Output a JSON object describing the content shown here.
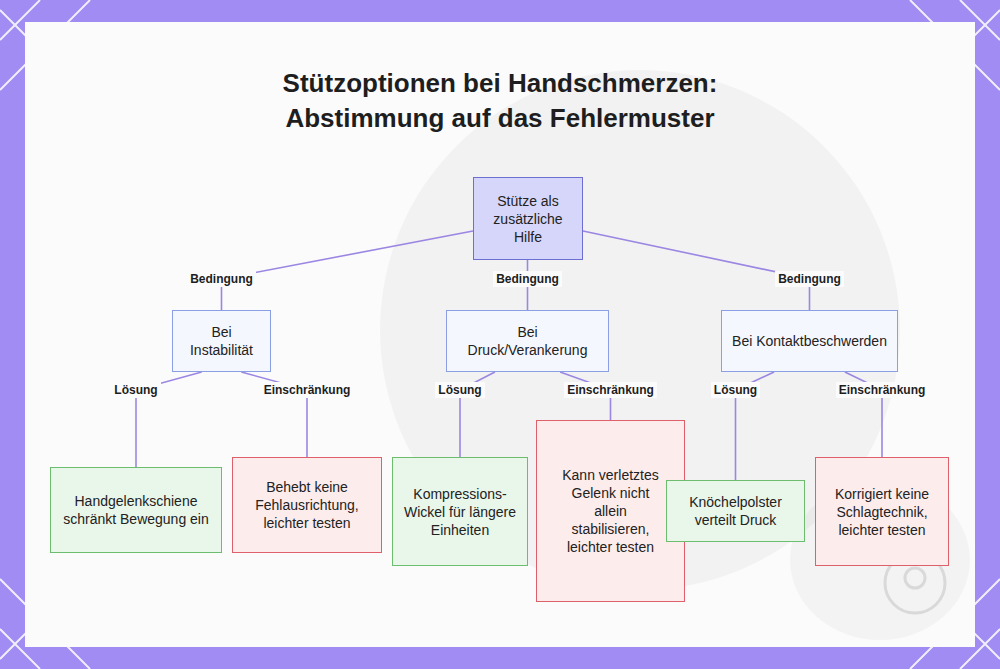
{
  "diagram": {
    "title": "Stützoptionen bei Handschmerzen: Abstimmung auf das Fehlermuster",
    "nodes": [
      {
        "text": [
          "Stütze als zusätzliche Hilfe"
        ]
      },
      {
        "text": [
          "Bei Instabilität"
        ]
      },
      {
        "text": [
          "Bei Druck/Verankerung"
        ]
      },
      {
        "text": [
          "Bei Kontaktbeschwerden"
        ]
      },
      {
        "text": [
          "Handgelenkschiene schränkt Bewegung ein"
        ]
      },
      {
        "text": [
          "Behebt keine Fehlausrichtung, leichter testen"
        ]
      },
      {
        "text": [
          "Kompressions-Wickel für längere Einheiten"
        ]
      },
      {
        "text": [
          "Kann verletztes Gelenk nicht allein stabilisieren, leichter testen"
        ]
      },
      {
        "text": [
          "Knöchelpolster verteilt Druck"
        ]
      },
      {
        "text": [
          "Korrigiert keine Schlagtechnik, leichter testen"
        ]
      }
    ],
    "edges": [
      {
        "from": 0,
        "to": 1,
        "label": "Bedingung",
        "arrow": "none"
      },
      {
        "from": 0,
        "to": 2,
        "label": "Bedingung",
        "arrow": "none"
      },
      {
        "from": 0,
        "to": 3,
        "label": "Bedingung",
        "arrow": "none"
      },
      {
        "from": 1,
        "to": 4,
        "label": "Lösung",
        "arrow": "none"
      },
      {
        "from": 1,
        "to": 5,
        "label": "Einschränkung",
        "arrow": "none"
      },
      {
        "from": 2,
        "to": 6,
        "label": "Lösung",
        "arrow": "none"
      },
      {
        "from": 2,
        "to": 7,
        "label": "Einschränkung",
        "arrow": "none"
      },
      {
        "from": 3,
        "to": 8,
        "label": "Lösung",
        "arrow": "none"
      },
      {
        "from": 3,
        "to": 9,
        "label": "Einschränkung",
        "arrow": "none"
      }
    ]
  }
}
